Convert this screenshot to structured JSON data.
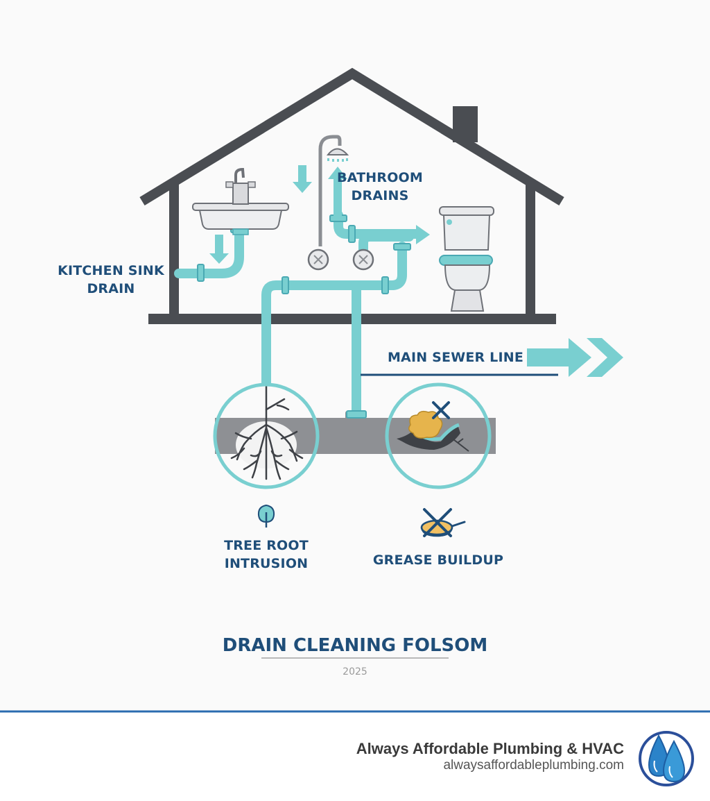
{
  "labels": {
    "kitchen_line1": "KITCHEN SINK",
    "kitchen_line2": "DRAIN",
    "bathroom_line1": "BATHROOM",
    "bathroom_line2": "DRAINS",
    "main_sewer": "MAIN SEWER LINE",
    "tree_line1": "TREE ROOT",
    "tree_line2": "INTRUSION",
    "grease": "GREASE BUILDUP"
  },
  "title": "DRAIN CLEANING FOLSOM",
  "year": "2025",
  "footer": {
    "company": "Always Affordable Plumbing & HVAC",
    "url": "alwaysaffordableplumbing.com"
  },
  "colors": {
    "pipe": "#79cfd0",
    "pipe_dark": "#4aa9b3",
    "house": "#4a4d52",
    "label": "#1f4e79",
    "sewer": "#8e9094",
    "footer_rule": "#2b6cb0"
  },
  "icons": [
    "sink-icon",
    "shower-icon",
    "toilet-icon",
    "tree-icon",
    "pan-icon",
    "water-drops-logo-icon"
  ]
}
